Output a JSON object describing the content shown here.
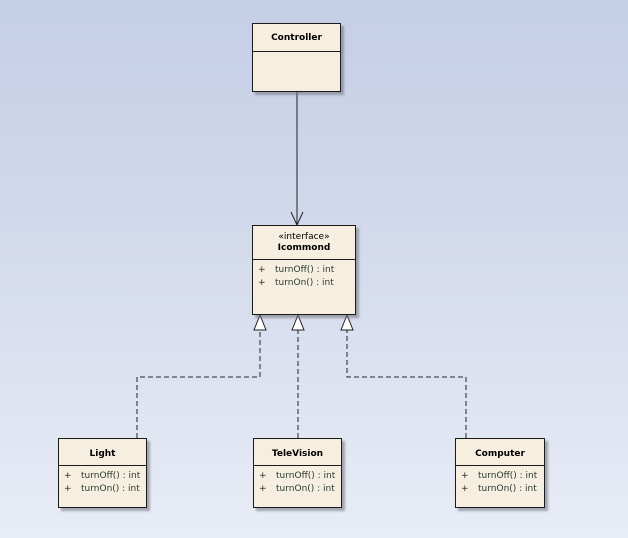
{
  "controller": {
    "name": "Controller"
  },
  "interface": {
    "stereotype": "«interface»",
    "name": "Icommond",
    "ops": [
      {
        "vis": "+",
        "sig": "turnOff() : int"
      },
      {
        "vis": "+",
        "sig": "turnOn() : int"
      }
    ]
  },
  "light": {
    "name": "Light",
    "ops": [
      {
        "vis": "+",
        "sig": "turnOff() : int"
      },
      {
        "vis": "+",
        "sig": "turnOn() : int"
      }
    ]
  },
  "television": {
    "name": "TeleVision",
    "ops": [
      {
        "vis": "+",
        "sig": "turnOff() : int"
      },
      {
        "vis": "+",
        "sig": "turnOn() : int"
      }
    ]
  },
  "computer": {
    "name": "Computer",
    "ops": [
      {
        "vis": "+",
        "sig": "turnOff() : int"
      },
      {
        "vis": "+",
        "sig": "turnOn() : int"
      }
    ]
  }
}
